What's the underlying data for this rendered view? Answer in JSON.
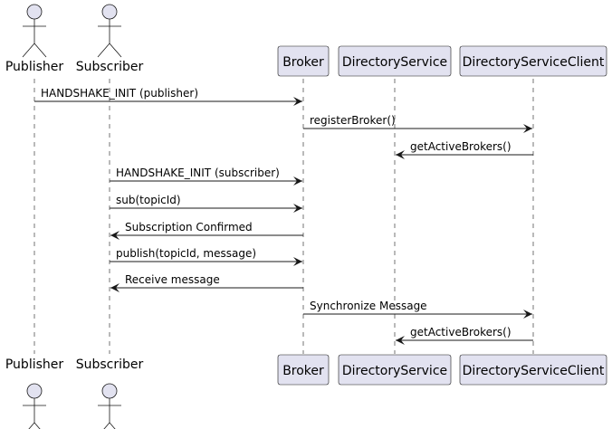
{
  "colors": {
    "participant_fill": "#E2E2F0",
    "participant_stroke": "#181818",
    "actor_fill": "#E2E2F0",
    "lifeline": "#181818",
    "arrow": "#181818",
    "text": "#000000"
  },
  "participants": [
    {
      "id": "publisher",
      "label": "Publisher",
      "kind": "actor"
    },
    {
      "id": "subscriber",
      "label": "Subscriber",
      "kind": "actor"
    },
    {
      "id": "broker",
      "label": "Broker",
      "kind": "box"
    },
    {
      "id": "directoryservice",
      "label": "DirectoryService",
      "kind": "box"
    },
    {
      "id": "directoryserviceclient",
      "label": "DirectoryServiceClient",
      "kind": "box"
    }
  ],
  "messages": [
    {
      "from": "publisher",
      "to": "broker",
      "label": "HANDSHAKE_INIT (publisher)"
    },
    {
      "from": "broker",
      "to": "directoryserviceclient",
      "label": "registerBroker()"
    },
    {
      "from": "directoryserviceclient",
      "to": "directoryservice",
      "label": "getActiveBrokers()"
    },
    {
      "from": "subscriber",
      "to": "broker",
      "label": "HANDSHAKE_INIT (subscriber)"
    },
    {
      "from": "subscriber",
      "to": "broker",
      "label": "sub(topicId)"
    },
    {
      "from": "broker",
      "to": "subscriber",
      "label": "Subscription Confirmed"
    },
    {
      "from": "subscriber",
      "to": "broker",
      "label": "publish(topicId, message)"
    },
    {
      "from": "broker",
      "to": "subscriber",
      "label": "Receive message"
    },
    {
      "from": "broker",
      "to": "directoryserviceclient",
      "label": "Synchronize Message"
    },
    {
      "from": "directoryserviceclient",
      "to": "directoryservice",
      "label": "getActiveBrokers()"
    }
  ]
}
